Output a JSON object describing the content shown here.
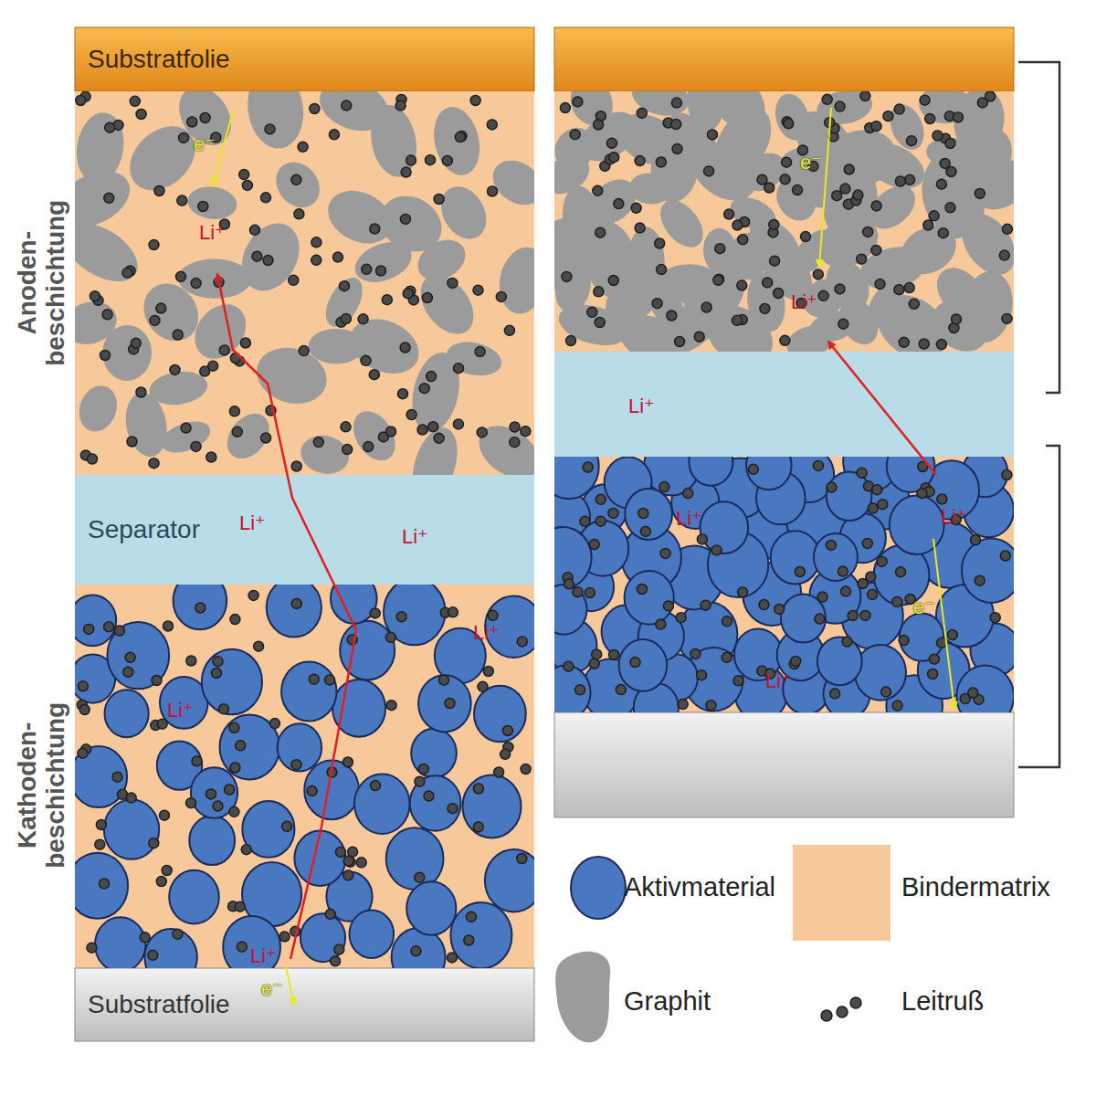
{
  "diagram": {
    "nodes": [
      {
        "text": [
          "Substratfolie"
        ]
      },
      {
        "text": [
          "Separator"
        ]
      },
      {
        "text": [
          "Substratfolie"
        ]
      }
    ],
    "labels": [
      "Anoden- beschichtung",
      "Kathoden- beschichtung",
      "e⁻",
      "Li⁺",
      "Li⁺",
      "Li⁺",
      "Li⁺",
      "Li⁺",
      "Li⁺",
      "e⁻",
      "e⁻",
      "Li⁺",
      "Li⁺",
      "Li⁺",
      "Li⁺",
      "Li⁺",
      "e⁻"
    ],
    "legend": [
      {
        "text": "Aktivmaterial"
      },
      {
        "text": "Bindermatrix",
        "color": "#f6c89a"
      },
      {
        "text": "Graphit"
      },
      {
        "text": "Leitruß"
      }
    ]
  }
}
